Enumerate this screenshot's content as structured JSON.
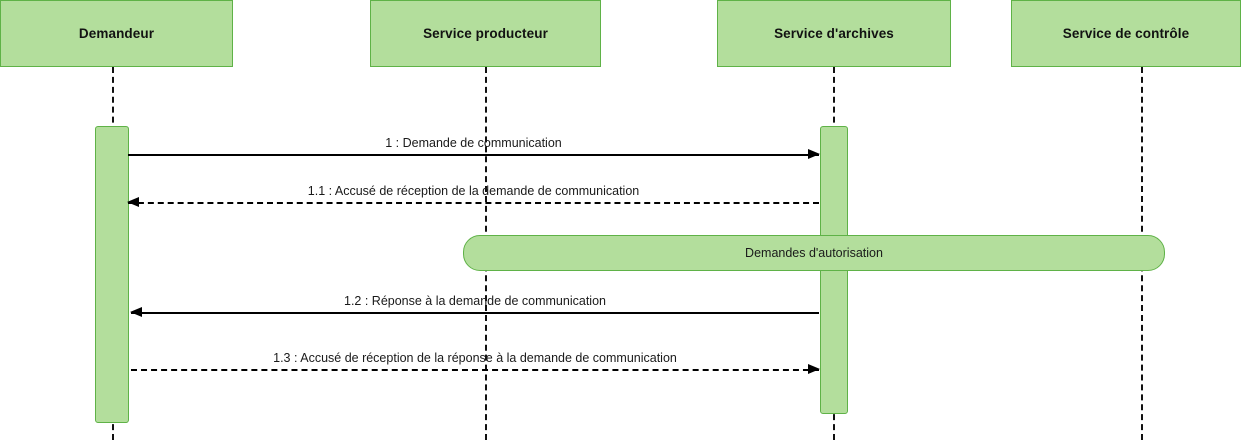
{
  "diagram": {
    "kind": "uml-sequence-diagram",
    "colors": {
      "fill": "#b3de9c",
      "stroke": "#5fb247",
      "line": "#000000",
      "text": "#1a1a1a",
      "background": "#ffffff"
    }
  },
  "lifelines": [
    {
      "id": "demandeur",
      "label": "Demandeur"
    },
    {
      "id": "service-producteur",
      "label": "Service producteur"
    },
    {
      "id": "service-archives",
      "label": "Service d'archives"
    },
    {
      "id": "service-controle",
      "label": "Service de contrôle"
    }
  ],
  "fragments": [
    {
      "id": "demandes-autorisation",
      "label": "Demandes d'autorisation"
    }
  ],
  "messages": [
    {
      "id": "m1",
      "label": "1 : Demande de communication",
      "from": "Demandeur",
      "to": "Service d'archives",
      "direction": "right",
      "style": "solid"
    },
    {
      "id": "m1-1",
      "label": "1.1 : Accusé de réception de la demande de communication",
      "from": "Service d'archives",
      "to": "Demandeur",
      "direction": "left",
      "style": "dashed"
    },
    {
      "id": "m1-2",
      "label": "1.2 : Réponse à la demande de communication",
      "from": "Service d'archives",
      "to": "Demandeur",
      "direction": "left",
      "style": "solid"
    },
    {
      "id": "m1-3",
      "label": "1.3 : Accusé de réception de la réponse à la demande de communication",
      "from": "Demandeur",
      "to": "Service d'archives",
      "direction": "right",
      "style": "dashed"
    }
  ]
}
